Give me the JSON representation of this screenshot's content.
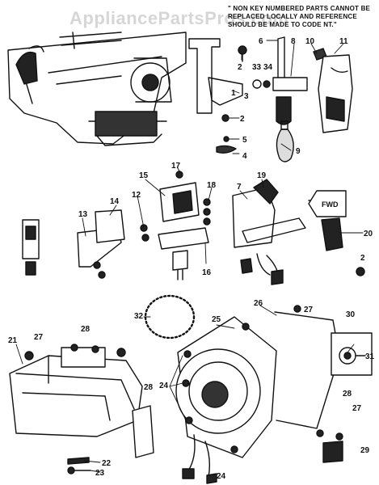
{
  "watermark": "AppliancePartsPros.com",
  "note": "\" NON KEY NUMBERED PARTS CANNOT BE REPLACED LOCALLY AND REFERENCE SHOULD BE MADE TO CODE NT.\"",
  "direction_label": "FWD",
  "callouts": [
    "1",
    "2",
    "2",
    "2",
    "3",
    "4",
    "5",
    "6",
    "7",
    "8",
    "9",
    "10",
    "11",
    "12",
    "13",
    "14",
    "15",
    "16",
    "17",
    "18",
    "19",
    "20",
    "21",
    "22",
    "23",
    "24",
    "24",
    "25",
    "26",
    "27",
    "27",
    "27",
    "28",
    "28",
    "28",
    "29",
    "30",
    "31",
    "32",
    "33",
    "34"
  ]
}
